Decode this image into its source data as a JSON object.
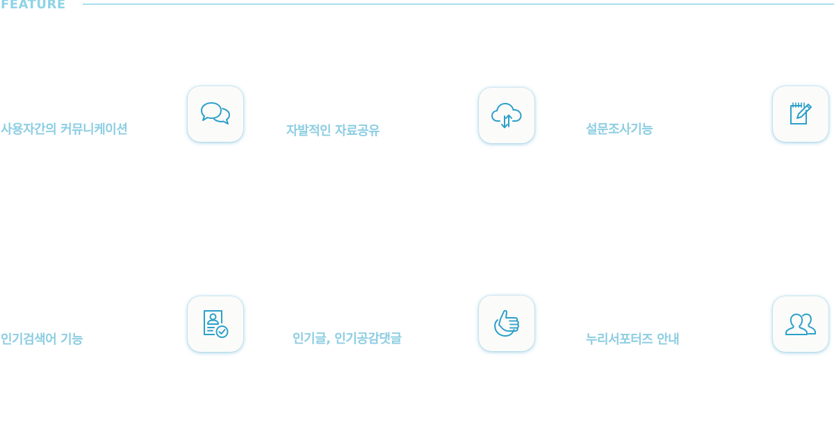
{
  "header": {
    "title": "FEATURE"
  },
  "accent_color": "#8ccde2",
  "icon_color": "#2a9fc9",
  "features": [
    {
      "label": "사용자간의 커뮤니케이션",
      "icon": "chat-bubbles-icon"
    },
    {
      "label": "자발적인 자료공유",
      "icon": "cloud-sync-icon"
    },
    {
      "label": "설문조사기능",
      "icon": "notepad-pencil-icon"
    },
    {
      "label": "인기검색어 기능",
      "icon": "document-check-icon"
    },
    {
      "label": "인기글, 인기공감댓글",
      "icon": "thumbs-up-icon"
    },
    {
      "label": "누리서포터즈 안내",
      "icon": "users-icon"
    }
  ]
}
